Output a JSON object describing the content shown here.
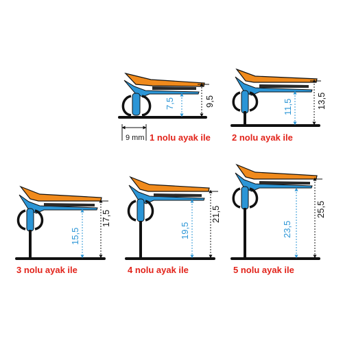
{
  "colors": {
    "orange": "#f08a1c",
    "blue": "#2b95d6",
    "black": "#111111",
    "label_red": "#e2231a",
    "dim_blue": "#2b95d6"
  },
  "width_label": "9 mm",
  "profiles": [
    {
      "label": "1 nolu ayak ile",
      "inner_dim": "7,5",
      "outer_dim": "9,5"
    },
    {
      "label": "2 nolu ayak ile",
      "inner_dim": "11,5",
      "outer_dim": "13,5"
    },
    {
      "label": "3 nolu ayak ile",
      "inner_dim": "15,5",
      "outer_dim": "17,5"
    },
    {
      "label": "4 nolu ayak ile",
      "inner_dim": "19,5",
      "outer_dim": "21,5"
    },
    {
      "label": "5 nolu ayak ile",
      "inner_dim": "23,5",
      "outer_dim": "25,5"
    }
  ]
}
